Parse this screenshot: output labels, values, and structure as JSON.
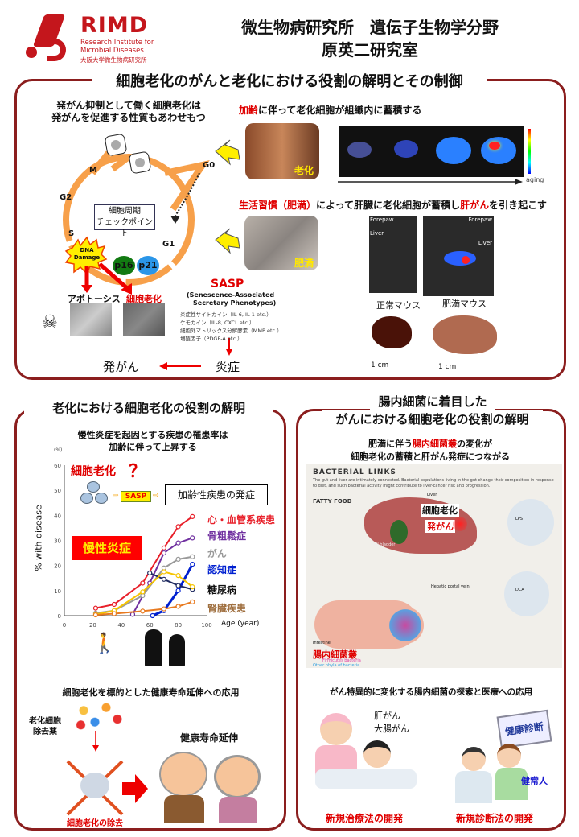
{
  "header": {
    "logo_text": "RIMD",
    "logo_sub1": "Research Institute for",
    "logo_sub2": "Microbial Diseases",
    "logo_sub3": "大阪大学微生物病研究所",
    "title_line1": "微生物病研究所　遺伝子生物学分野",
    "title_line2": "原英二研究室"
  },
  "section1": {
    "title": "細胞老化のがんと老化における役割の解明とその制御",
    "lead_line1": "発がん抑制として働く細胞老化は",
    "lead_line2": "発がんを促進する性質もあわせもつ",
    "phases": {
      "m": "M",
      "g2": "G2",
      "s": "S",
      "g1": "G1",
      "g0": "G0"
    },
    "checkpoint_line1": "細胞周期",
    "checkpoint_line2": "チェックポイント",
    "dna_damage_line1": "DNA",
    "dna_damage_line2": "Damage",
    "p16": "p16",
    "p21": "p21",
    "apoptosis": "アポトーシス",
    "senescence": "細胞老化",
    "sasp_title": "SASP",
    "sasp_full_line1": "(Senescence-Associated",
    "sasp_full_line2": "Secretary Phenotypes)",
    "sasp_factors": [
      "炎症性サイトカイン（IL-6, IL-1 etc.）",
      "ケモカイン（IL-8, CXCL etc.）",
      "細胞外マトリックス分解酵素（MMP etc.）",
      "増殖因子（PDGF-A etc.）"
    ],
    "carcinogenesis": "発がん",
    "inflammation": "炎症",
    "aging_caption_red": "加齢",
    "aging_caption_rest": "に伴って老化細胞が組織内に蓄積する",
    "aging_photo_label": "老化",
    "aging_axis_label": "aging",
    "obesity_caption_red1": "生活習慣（肥満）",
    "obesity_caption_mid": "によって肝臓に老化細胞が蓄積し",
    "obesity_caption_red2": "肝がん",
    "obesity_caption_end": "を引き起こす",
    "obesity_photo_label": "肥満",
    "forepaw": "Forepaw",
    "liver": "Liver",
    "normal_mouse": "正常マウス",
    "obese_mouse": "肥満マウス",
    "scale": "1 cm"
  },
  "section2": {
    "title": "老化における細胞老化の役割の解明",
    "chart_caption_line1": "慢性炎症を起因とする疾患の罹患率は",
    "chart_caption_line2": "加齢に伴って上昇する",
    "senescence_label": "細胞老化",
    "question": "？",
    "sasp": "SASP",
    "onset": "加齢性疾患の発症",
    "chronic_inflammation": "慢性炎症",
    "app_title": "細胞老化を標的とした健康寿命延伸への応用",
    "drug_line1": "老化細胞",
    "drug_line2": "除去薬",
    "removal": "細胞老化の除去",
    "healthspan": "健康寿命延伸"
  },
  "section3": {
    "title_line1": "腸内細菌に着目した",
    "title_line2": "がんにおける細胞老化の役割の解明",
    "caption_line1_pre": "肥満に伴う",
    "caption_line1_red": "腸内細菌叢",
    "caption_line1_post": "の変化が",
    "caption_line2": "細胞老化の蓄積と肝がん発症につながる",
    "fig_title": "BACTERIAL LINKS",
    "fig_text": "The gut and liver are intimately connected. Bacterial populations living in the gut change their composition in response to diet, and such bacterial activity might contribute to liver-cancer risk and progression.",
    "fatty_food": "FATTY FOOD",
    "liver": "Liver",
    "gall_bladder": "Gall bladder",
    "hepatic_portal_vein": "Hepatic portal vein",
    "intestine": "Intestine",
    "senescence": "細胞老化",
    "cancer": "発がん",
    "microbiota": "腸内細菌叢",
    "firmicutes": "Firmicutes bacteria",
    "other_phyla": "Other phyla of bacteria",
    "lps": "LPS",
    "dca": "DCA",
    "app_title": "がん特異的に変化する腸内細菌の探索と医療への応用",
    "cancers_line1": "肝がん",
    "cancers_line2": "大腸がん",
    "checkup": "健康診断",
    "healthy": "健常人",
    "therapy": "新規治療法の開発",
    "diagnosis": "新規診断法の開発"
  },
  "chart_data": {
    "type": "line",
    "title": "",
    "xlabel": "Age (year)",
    "ylabel": "% with disease",
    "yunit": "(%)",
    "xlim": [
      0,
      100
    ],
    "ylim": [
      0,
      60
    ],
    "xticks": [
      0,
      20,
      40,
      60,
      80,
      100
    ],
    "yticks": [
      0,
      10,
      20,
      30,
      40,
      50,
      60
    ],
    "series": [
      {
        "name": "心・血管系疾患",
        "color": "#e8202a",
        "x": [
          22,
          35,
          55,
          70,
          80,
          90
        ],
        "y": [
          3,
          4.5,
          13,
          27,
          35.5,
          39.5
        ]
      },
      {
        "name": "骨粗鬆症",
        "color": "#7030a0",
        "x": [
          48,
          60,
          70,
          80,
          90
        ],
        "y": [
          0.5,
          13,
          25,
          29,
          31
        ]
      },
      {
        "name": "がん",
        "color": "#999999",
        "x": [
          22,
          35,
          55,
          70,
          80,
          90
        ],
        "y": [
          1,
          2,
          8,
          19,
          22.5,
          23.5
        ]
      },
      {
        "name": "認知症",
        "color": "#0020d0",
        "x": [
          62,
          70,
          80,
          90
        ],
        "y": [
          0,
          2,
          10,
          20.5
        ]
      },
      {
        "name": "糖尿病",
        "color": "#1f2a60",
        "x": [
          60,
          70,
          80,
          90
        ],
        "y": [
          17,
          14.5,
          12,
          10.5
        ]
      },
      {
        "name": "",
        "color": "#f5c400",
        "x": [
          22,
          35,
          55,
          70,
          80,
          90
        ],
        "y": [
          0.5,
          2,
          9.5,
          17.5,
          16,
          11.5
        ]
      },
      {
        "name": "腎臓疾患",
        "color": "#e87a20",
        "x": [
          22,
          35,
          55,
          70,
          80,
          90
        ],
        "y": [
          0.3,
          0.8,
          1.8,
          2.7,
          3.7,
          5.5
        ]
      }
    ]
  }
}
